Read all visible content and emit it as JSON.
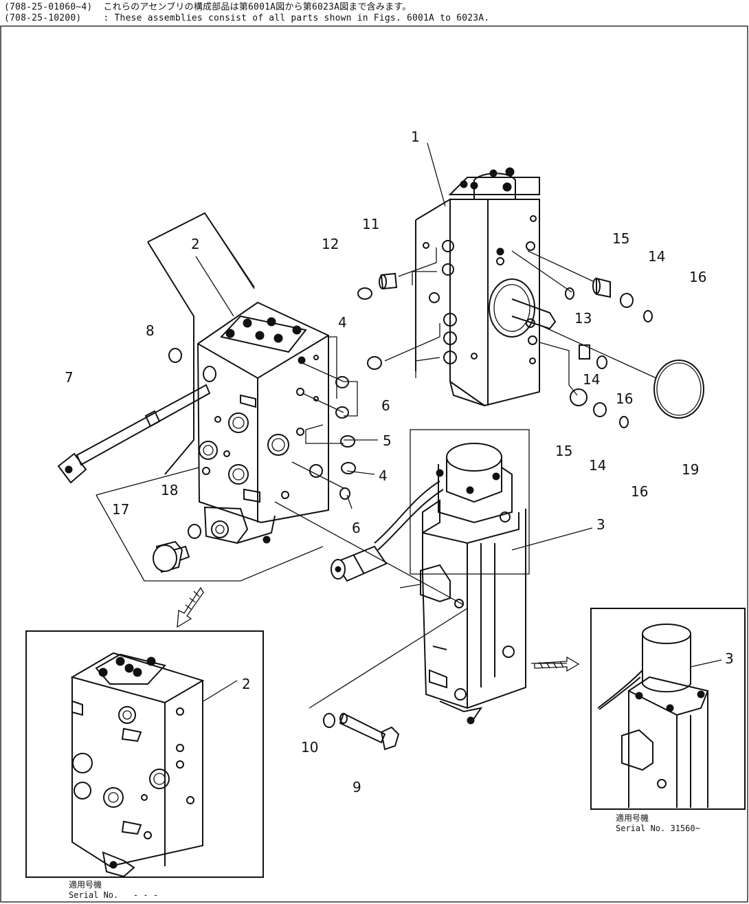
{
  "header": {
    "line1": "(708-25-01060~4)  これらのアセンブリの構成部品は第6001A図から第6023A図まで含みます。",
    "line2": "(708-25-10200)    : These assemblies consist of all parts shown in Figs. 6001A to 6023A."
  },
  "callouts": {
    "c1": "1",
    "c2": "2",
    "c2b": "2",
    "c3": "3",
    "c3b": "3",
    "c4a": "4",
    "c4b": "4",
    "c5": "5",
    "c6a": "6",
    "c6b": "6",
    "c7": "7",
    "c8": "8",
    "c9": "9",
    "c10": "10",
    "c11": "11",
    "c12": "12",
    "c13": "13",
    "c14a": "14",
    "c14b": "14",
    "c14c": "14",
    "c15a": "15",
    "c15b": "15",
    "c16a": "16",
    "c16b": "16",
    "c16c": "16",
    "c17": "17",
    "c18": "18",
    "c19": "19"
  },
  "captions": {
    "left_jp": "適用号機",
    "left_en": "Serial No.   - - -",
    "right_jp": "適用号機",
    "right_en": "Serial No. 31560~"
  },
  "colors": {
    "ink": "#111111",
    "paper": "#ffffff"
  }
}
